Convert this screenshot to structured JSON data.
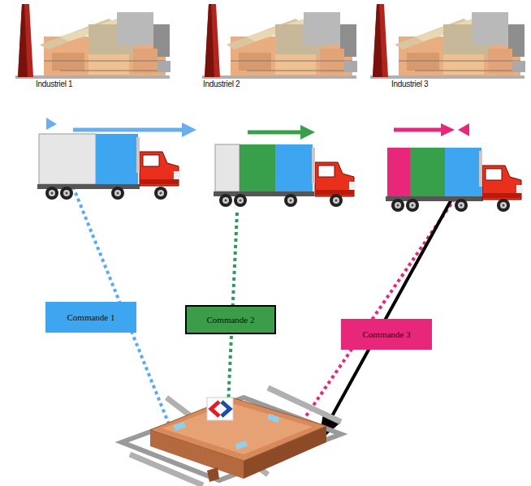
{
  "diagram": {
    "nodes": [
      {
        "text": [
          "Commande 1"
        ]
      },
      {
        "text": [
          "Commande 2"
        ]
      },
      {
        "text": [
          "Commande 3"
        ]
      }
    ],
    "labels": [
      "Industriel 1",
      "Industriel 2",
      "Industriel 3"
    ]
  }
}
